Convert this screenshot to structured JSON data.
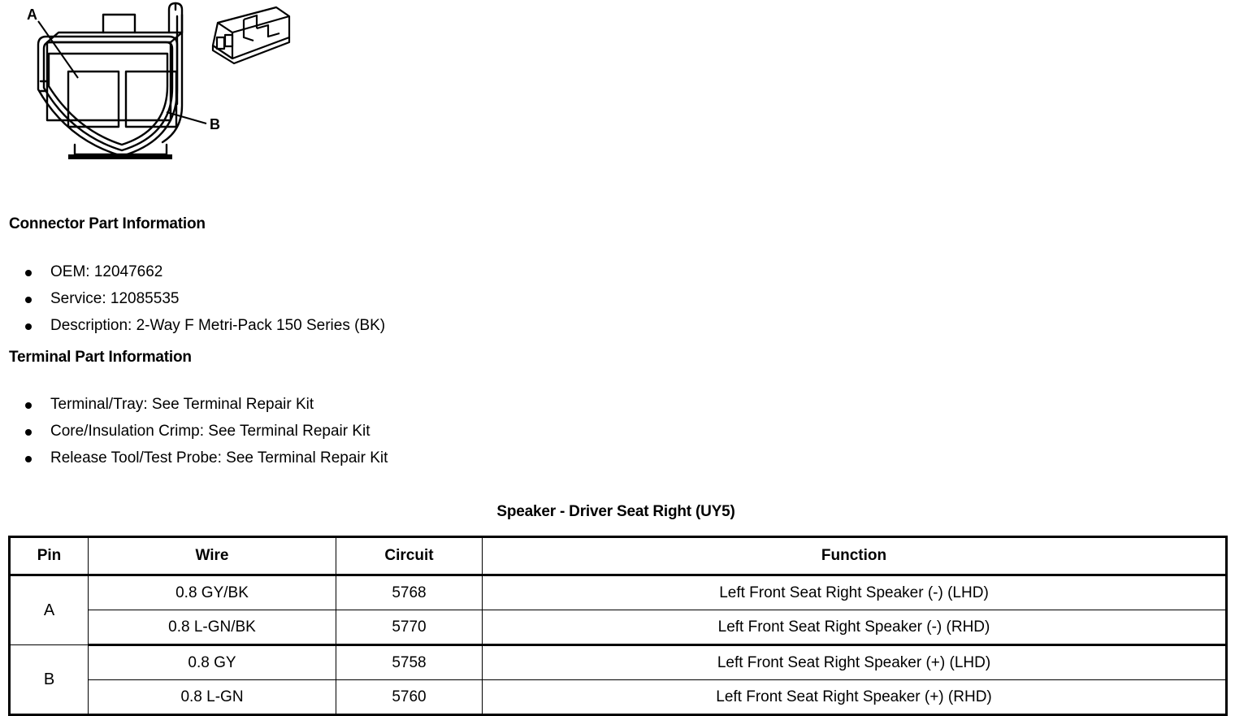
{
  "illustration": {
    "name": "two-way-connector-diagram",
    "callouts": [
      {
        "id": "A",
        "label": "A"
      },
      {
        "id": "B",
        "label": "B"
      }
    ]
  },
  "connector_part": {
    "heading": "Connector Part Information",
    "items": [
      "OEM: 12047662",
      "Service: 12085535",
      "Description: 2-Way F Metri-Pack 150 Series (BK)"
    ]
  },
  "terminal_part": {
    "heading": "Terminal Part Information",
    "items": [
      "Terminal/Tray: See Terminal Repair Kit",
      "Core/Insulation Crimp: See Terminal Repair Kit",
      "Release Tool/Test Probe: See Terminal Repair Kit"
    ]
  },
  "pinout": {
    "title": "Speaker - Driver Seat Right (UY5)",
    "columns": [
      "Pin",
      "Wire",
      "Circuit",
      "Function"
    ],
    "groups": [
      {
        "pin": "A",
        "rows": [
          {
            "wire": "0.8 GY/BK",
            "circuit": "5768",
            "function": "Left Front Seat Right Speaker (-) (LHD)"
          },
          {
            "wire": "0.8 L-GN/BK",
            "circuit": "5770",
            "function": "Left Front Seat Right Speaker (-) (RHD)"
          }
        ]
      },
      {
        "pin": "B",
        "rows": [
          {
            "wire": "0.8 GY",
            "circuit": "5758",
            "function": "Left Front Seat Right Speaker (+) (LHD)"
          },
          {
            "wire": "0.8 L-GN",
            "circuit": "5760",
            "function": "Left Front Seat Right Speaker (+) (RHD)"
          }
        ]
      }
    ]
  },
  "colors": {
    "ink": "#000000",
    "page": "#ffffff"
  }
}
